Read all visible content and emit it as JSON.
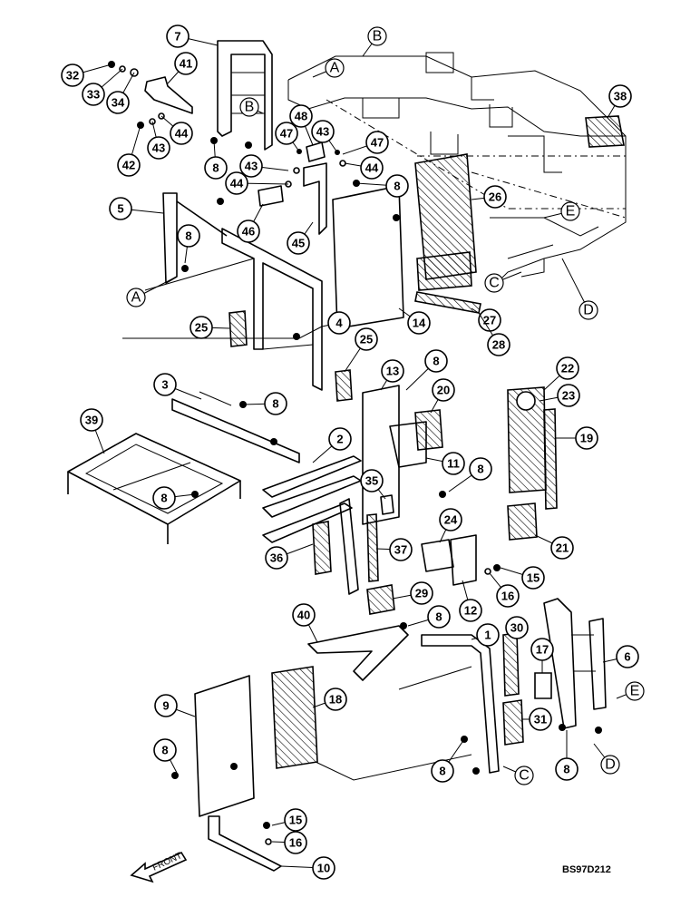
{
  "diagram_code": "BS97D212",
  "front_label": "FRONT",
  "callouts": [
    {
      "id": "c32",
      "label": "32"
    },
    {
      "id": "c33",
      "label": "33"
    },
    {
      "id": "c34",
      "label": "34"
    },
    {
      "id": "c7",
      "label": "7"
    },
    {
      "id": "c41",
      "label": "41"
    },
    {
      "id": "c42",
      "label": "42"
    },
    {
      "id": "c43a",
      "label": "43"
    },
    {
      "id": "c44a",
      "label": "44"
    },
    {
      "id": "c8a",
      "label": "8"
    },
    {
      "id": "c48",
      "label": "48"
    },
    {
      "id": "c47a",
      "label": "47"
    },
    {
      "id": "c43b",
      "label": "43"
    },
    {
      "id": "c47b",
      "label": "47"
    },
    {
      "id": "c43c",
      "label": "43"
    },
    {
      "id": "c44b",
      "label": "44"
    },
    {
      "id": "c44c",
      "label": "44"
    },
    {
      "id": "c46",
      "label": "46"
    },
    {
      "id": "c45",
      "label": "45"
    },
    {
      "id": "c8b",
      "label": "8"
    },
    {
      "id": "c5",
      "label": "5"
    },
    {
      "id": "c8c",
      "label": "8"
    },
    {
      "id": "c38",
      "label": "38"
    },
    {
      "id": "c26",
      "label": "26"
    },
    {
      "id": "c14",
      "label": "14"
    },
    {
      "id": "c27",
      "label": "27"
    },
    {
      "id": "c28",
      "label": "28"
    },
    {
      "id": "c25a",
      "label": "25"
    },
    {
      "id": "c4",
      "label": "4"
    },
    {
      "id": "c25b",
      "label": "25"
    },
    {
      "id": "c13",
      "label": "13"
    },
    {
      "id": "c8d",
      "label": "8"
    },
    {
      "id": "c20",
      "label": "20"
    },
    {
      "id": "c22",
      "label": "22"
    },
    {
      "id": "c23",
      "label": "23"
    },
    {
      "id": "c3",
      "label": "3"
    },
    {
      "id": "c8e",
      "label": "8"
    },
    {
      "id": "c39",
      "label": "39"
    },
    {
      "id": "c19",
      "label": "19"
    },
    {
      "id": "c2",
      "label": "2"
    },
    {
      "id": "c11",
      "label": "11"
    },
    {
      "id": "c8f",
      "label": "8"
    },
    {
      "id": "c8g",
      "label": "8"
    },
    {
      "id": "c35",
      "label": "35"
    },
    {
      "id": "c24",
      "label": "24"
    },
    {
      "id": "c21",
      "label": "21"
    },
    {
      "id": "c36",
      "label": "36"
    },
    {
      "id": "c37",
      "label": "37"
    },
    {
      "id": "c15a",
      "label": "15"
    },
    {
      "id": "c12",
      "label": "12"
    },
    {
      "id": "c16a",
      "label": "16"
    },
    {
      "id": "c29",
      "label": "29"
    },
    {
      "id": "c40",
      "label": "40"
    },
    {
      "id": "c8h",
      "label": "8"
    },
    {
      "id": "c1",
      "label": "1"
    },
    {
      "id": "c30",
      "label": "30"
    },
    {
      "id": "c17",
      "label": "17"
    },
    {
      "id": "c6",
      "label": "6"
    },
    {
      "id": "c9",
      "label": "9"
    },
    {
      "id": "c18",
      "label": "18"
    },
    {
      "id": "c8i",
      "label": "8"
    },
    {
      "id": "c31",
      "label": "31"
    },
    {
      "id": "c8j",
      "label": "8"
    },
    {
      "id": "c8k",
      "label": "8"
    },
    {
      "id": "c15b",
      "label": "15"
    },
    {
      "id": "c16b",
      "label": "16"
    },
    {
      "id": "c10",
      "label": "10"
    }
  ],
  "refs": [
    {
      "id": "rB1",
      "label": "B"
    },
    {
      "id": "rA1",
      "label": "A"
    },
    {
      "id": "rB2",
      "label": "B"
    },
    {
      "id": "rE1",
      "label": "E"
    },
    {
      "id": "rA2",
      "label": "A"
    },
    {
      "id": "rC1",
      "label": "C"
    },
    {
      "id": "rD1",
      "label": "D"
    },
    {
      "id": "rE2",
      "label": "E"
    },
    {
      "id": "rC2",
      "label": "C"
    },
    {
      "id": "rD2",
      "label": "D"
    }
  ]
}
